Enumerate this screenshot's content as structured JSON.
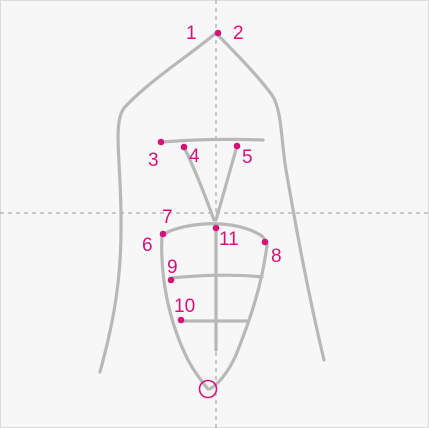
{
  "points": [
    {
      "id": "p1",
      "label": "1"
    },
    {
      "id": "p2",
      "label": "2"
    },
    {
      "id": "p3",
      "label": "3"
    },
    {
      "id": "p4",
      "label": "4"
    },
    {
      "id": "p5",
      "label": "5"
    },
    {
      "id": "p6",
      "label": "6"
    },
    {
      "id": "p7",
      "label": "7"
    },
    {
      "id": "p8",
      "label": "8"
    },
    {
      "id": "p9",
      "label": "9"
    },
    {
      "id": "p10",
      "label": "10"
    },
    {
      "id": "p11",
      "label": "11"
    }
  ],
  "colors": {
    "background": "#f6f7f6",
    "stroke": "#b8b8b8",
    "marker": "#d4127a",
    "axis": "#9a9a9a"
  }
}
